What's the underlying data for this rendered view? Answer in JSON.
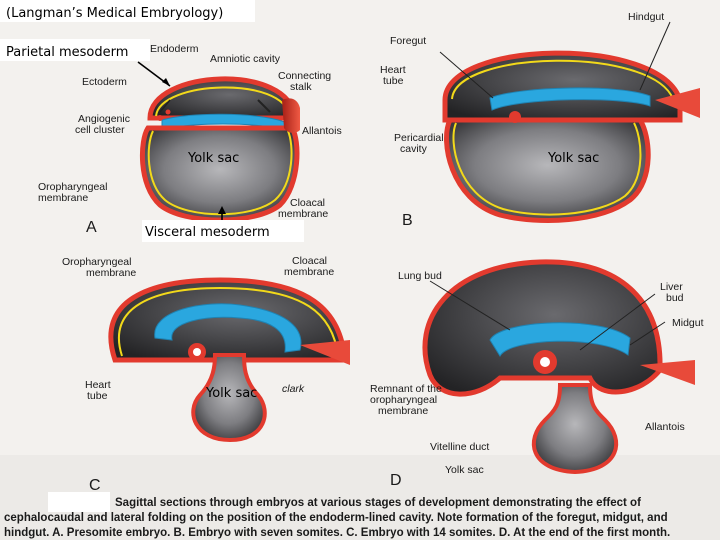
{
  "overlay": {
    "source": "(Langman’s Medical Embryology)",
    "parietal": "Parietal mesoderm",
    "visceral": "Visceral mesoderm",
    "yolk_a": "Yolk sac",
    "yolk_b": "Yolk sac",
    "yolk_c": "Yolk sac"
  },
  "panel_a": {
    "letter": "A",
    "labels": {
      "endoderm": "Endoderm",
      "amniotic": "Amniotic cavity",
      "connecting_1": "Connecting",
      "connecting_2": "stalk",
      "ectoderm": "Ectoderm",
      "angio_1": "Angiogenic",
      "angio_2": "cell cluster",
      "allantois": "Allantois",
      "oro_1": "Oropharyngeal",
      "oro_2": "membrane",
      "cloacal_1": "Cloacal",
      "cloacal_2": "membrane"
    }
  },
  "panel_b": {
    "letter": "B",
    "labels": {
      "hindgut": "Hindgut",
      "foregut": "Foregut",
      "heart_1": "Heart",
      "heart_2": "tube",
      "pericardial_1": "Pericardial",
      "pericardial_2": "cavity"
    }
  },
  "panel_c": {
    "letter": "C",
    "labels": {
      "oro_1": "Oropharyngeal",
      "oro_2": "membrane",
      "cloacal_1": "Cloacal",
      "cloacal_2": "membrane",
      "heart_1": "Heart",
      "heart_2": "tube",
      "signature": "clark"
    }
  },
  "panel_d": {
    "letter": "D",
    "labels": {
      "lung": "Lung bud",
      "liver_1": "Liver",
      "liver_2": "bud",
      "midgut": "Midgut",
      "remnant_1": "Remnant of the",
      "remnant_2": "oropharyngeal",
      "remnant_3": "membrane",
      "allantois": "Allantois",
      "vitelline": "Vitelline duct",
      "yolk": "Yolk sac"
    }
  },
  "caption": {
    "line1": "Sagittal sections through embryos at various stages of development demonstrating the effect of",
    "line2": "cephalocaudal and lateral folding on the position of the endoderm-lined cavity. Note formation of the foregut, midgut, and",
    "line3": "hindgut. A. Presomite embryo. B. Embryo with seven somites. C. Embryo with 14 somites. D. At the end of the first month."
  },
  "colors": {
    "ectoderm": "#e23a2e",
    "mesoderm_line": "#f2d91a",
    "endoderm": "#2aa7df",
    "yolk_fill": "#6a6a6d",
    "dark_body": "#333336",
    "allantois": "#e84a3a"
  }
}
